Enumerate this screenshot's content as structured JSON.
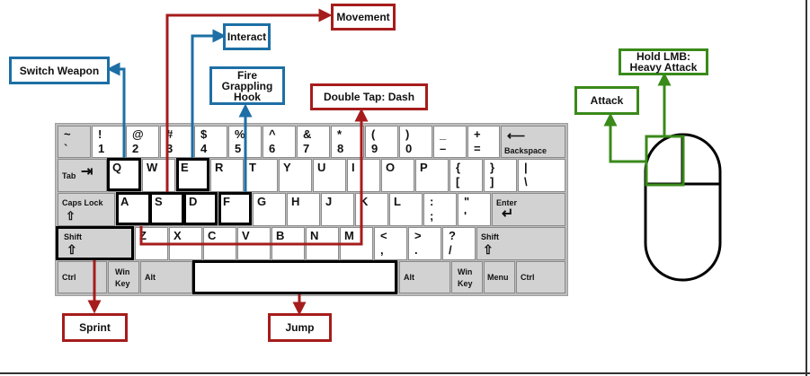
{
  "labels": {
    "movement": "Movement",
    "interact": "Interact",
    "switch_weapon": "Switch Weapon",
    "fire_grappling_hook": "Fire\nGrappling\nHook",
    "double_tap_dash": "Double Tap: Dash",
    "hold_lmb_heavy_attack": "Hold LMB:\nHeavy Attack",
    "attack": "Attack",
    "sprint": "Sprint",
    "jump": "Jump"
  },
  "keys": {
    "tilde": "~",
    "backtick": "`",
    "k1_top": "!",
    "k1": "1",
    "k2_top": "@",
    "k2": "2",
    "k3_top": "#",
    "k3": "3",
    "k4_top": "$",
    "k4": "4",
    "k5_top": "%",
    "k5": "5",
    "k6_top": "^",
    "k6": "6",
    "k7_top": "&",
    "k7": "7",
    "k8_top": "*",
    "k8": "8",
    "k9_top": "(",
    "k9": "9",
    "k0_top": ")",
    "k0": "0",
    "minus_top": "_",
    "minus": "–",
    "equals_top": "+",
    "equals": "=",
    "backspace": "Backspace",
    "tab": "Tab",
    "q": "Q",
    "w": "W",
    "e": "E",
    "r": "R",
    "t": "T",
    "y": "Y",
    "u": "U",
    "i": "I",
    "o": "O",
    "p": "P",
    "lbrace_top": "{",
    "lbrace": "[",
    "rbrace_top": "}",
    "rbrace": "]",
    "pipe_top": "|",
    "backslash": "\\",
    "caps_lock": "Caps Lock",
    "a": "A",
    "s": "S",
    "d": "D",
    "f": "F",
    "g": "G",
    "h": "H",
    "j": "J",
    "k": "K",
    "l": "L",
    "colon_top": ":",
    "semicolon": ";",
    "quote_top": "\"",
    "quote": "'",
    "enter": "Enter",
    "shift_left": "Shift",
    "z": "Z",
    "x": "X",
    "c": "C",
    "v": "V",
    "b": "B",
    "n": "N",
    "m": "M",
    "lt_top": "<",
    "comma": ",",
    "gt_top": ">",
    "period": ".",
    "qmark_top": "?",
    "slash": "/",
    "shift_right": "Shift",
    "ctrl_left": "Ctrl",
    "win_key_left": "Win\nKey",
    "alt_left": "Alt",
    "alt_right": "Alt",
    "win_key_right": "Win\nKey",
    "menu": "Menu",
    "ctrl_right": "Ctrl"
  },
  "colors": {
    "red": "#a61c1c",
    "blue": "#1d6fa5",
    "green": "#3a8a1a"
  }
}
